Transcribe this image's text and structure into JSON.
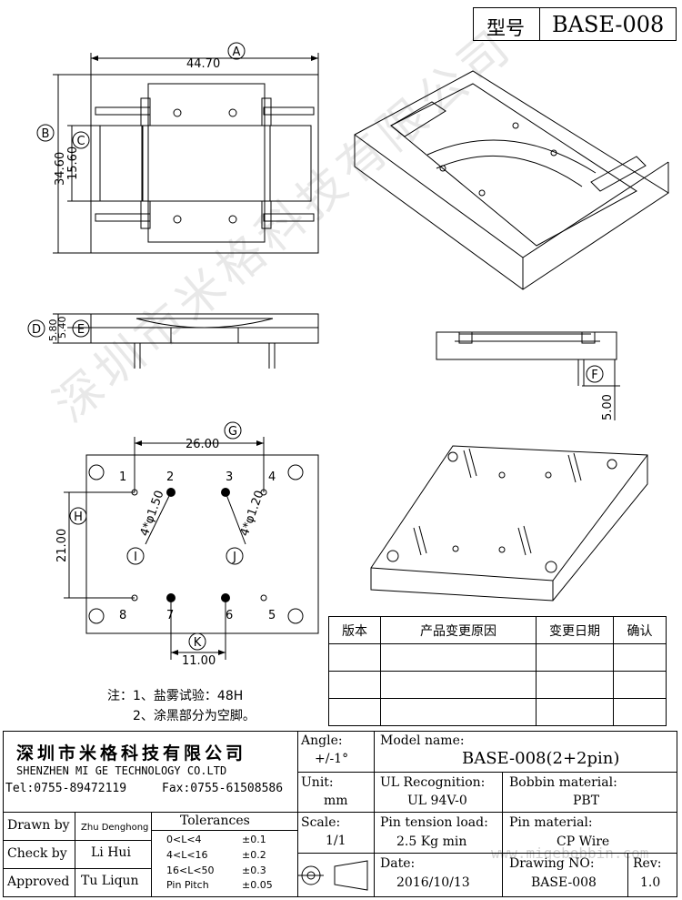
{
  "header": {
    "model_label": "型号",
    "model_value": "BASE-008"
  },
  "dimensions": {
    "a_label": "A",
    "a_value": "44.70",
    "b_label": "B",
    "b_value": "34.60",
    "c_label": "C",
    "c_value": "15.60",
    "d_label": "D",
    "d_value": "5.80",
    "e_label": "E",
    "e_value": "5.40",
    "f_label": "F",
    "f_value": "5.00",
    "g_label": "G",
    "g_value": "26.00",
    "h_label": "H",
    "h_value": "21.00",
    "i_label": "I",
    "i_value": "4*φ1.50",
    "j_label": "J",
    "j_value": "4*φ1.20",
    "k_label": "K",
    "k_value": "11.00"
  },
  "pins": [
    "1",
    "2",
    "3",
    "4",
    "5",
    "6",
    "7",
    "8"
  ],
  "notes": {
    "line1": "注：1、盐雾试验：48H",
    "line2": "2、涂黑部分为空脚。"
  },
  "revision_table": {
    "headers": [
      "版本",
      "产品变更原因",
      "变更日期",
      "确认"
    ],
    "rows": [
      [
        "",
        "",
        "",
        ""
      ],
      [
        "",
        "",
        "",
        ""
      ],
      [
        "",
        "",
        "",
        ""
      ]
    ]
  },
  "watermark": {
    "text": "深圳市米格科技有限公司",
    "url": "www.migebobbin.com"
  },
  "title_block": {
    "company_cn": "深圳市米格科技有限公司",
    "company_en": "SHENZHEN MI GE TECHNOLOGY CO.LTD",
    "tel": "Tel:0755-89472119",
    "fax": "Fax:0755-61508586",
    "drawn_by_label": "Drawn by",
    "drawn_by": "Zhu Denghong",
    "check_by_label": "Check by",
    "check_by": "Li Hui",
    "approved_label": "Approved",
    "approved": "Tu Liqun",
    "tolerances_label": "Tolerances",
    "tolerances": [
      {
        "range": "0<L<4",
        "value": "±0.1"
      },
      {
        "range": "4<L<16",
        "value": "±0.2"
      },
      {
        "range": "16<L<50",
        "value": "±0.3"
      },
      {
        "range": "Pin Pitch",
        "value": "±0.05"
      }
    ],
    "angle_label": "Angle:",
    "angle_value": "+/-1°",
    "unit_label": "Unit:",
    "unit_value": "mm",
    "scale_label": "Scale:",
    "scale_value": "1/1",
    "model_name_label": "Model name:",
    "model_name": "BASE-008(2+2pin)",
    "ul_label": "UL Recognition:",
    "ul_value": "UL 94V-0",
    "bobbin_material_label": "Bobbin material:",
    "bobbin_material": "PBT",
    "pin_tension_label": "Pin tension load:",
    "pin_tension": "2.5 Kg min",
    "pin_material_label": "Pin material:",
    "pin_material": "CP Wire",
    "date_label": "Date:",
    "date": "2016/10/13",
    "drawing_no_label": "Drawing NO:",
    "drawing_no": "BASE-008",
    "rev_label": "Rev:",
    "rev": "1.0"
  }
}
